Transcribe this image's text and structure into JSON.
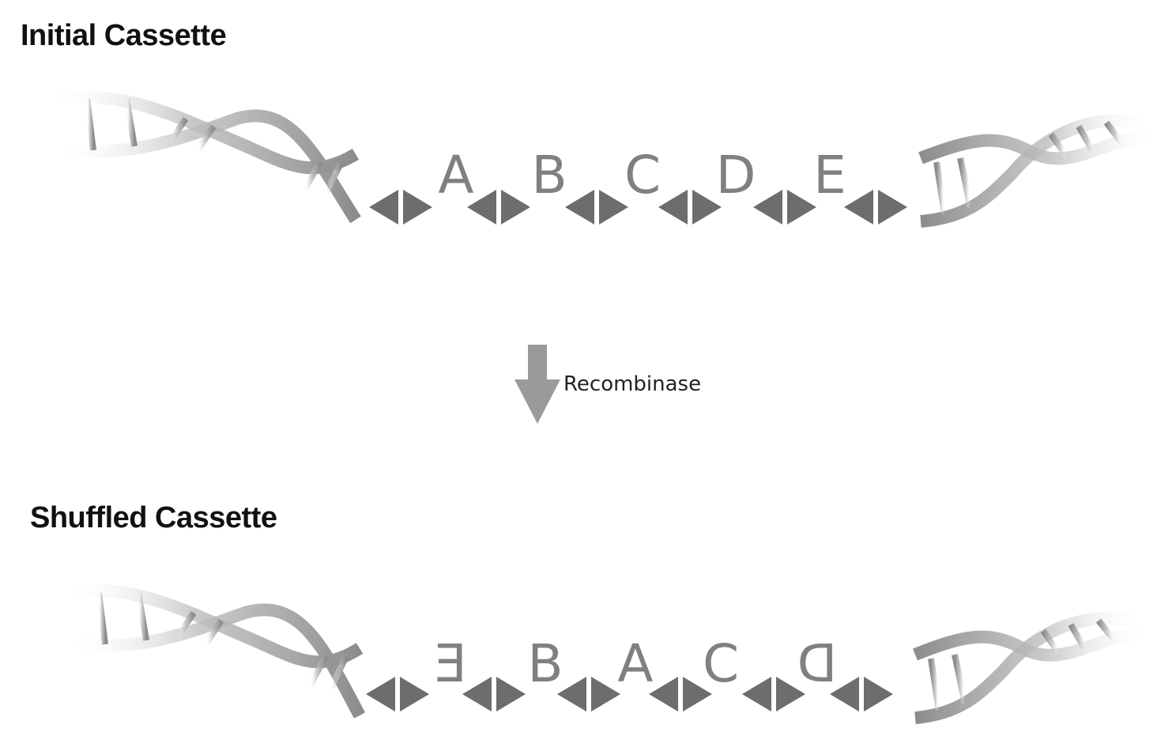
{
  "initial": {
    "title": "Initial Cassette",
    "segments": [
      {
        "label": "A",
        "inverted": false
      },
      {
        "label": "B",
        "inverted": false
      },
      {
        "label": "C",
        "inverted": false
      },
      {
        "label": "D",
        "inverted": false
      },
      {
        "label": "E",
        "inverted": false
      }
    ]
  },
  "step": {
    "label": "Recombinase"
  },
  "shuffled": {
    "title": "Shuffled Cassette",
    "segments": [
      {
        "label": "E",
        "inverted": true
      },
      {
        "label": "B",
        "inverted": false
      },
      {
        "label": "A",
        "inverted": false
      },
      {
        "label": "C",
        "inverted": false
      },
      {
        "label": "D",
        "inverted": true
      }
    ]
  },
  "colors": {
    "dna": "#8f8f8f",
    "site": "#6d6d6d",
    "letter": "#808080",
    "arrow": "#9a9a9a"
  }
}
